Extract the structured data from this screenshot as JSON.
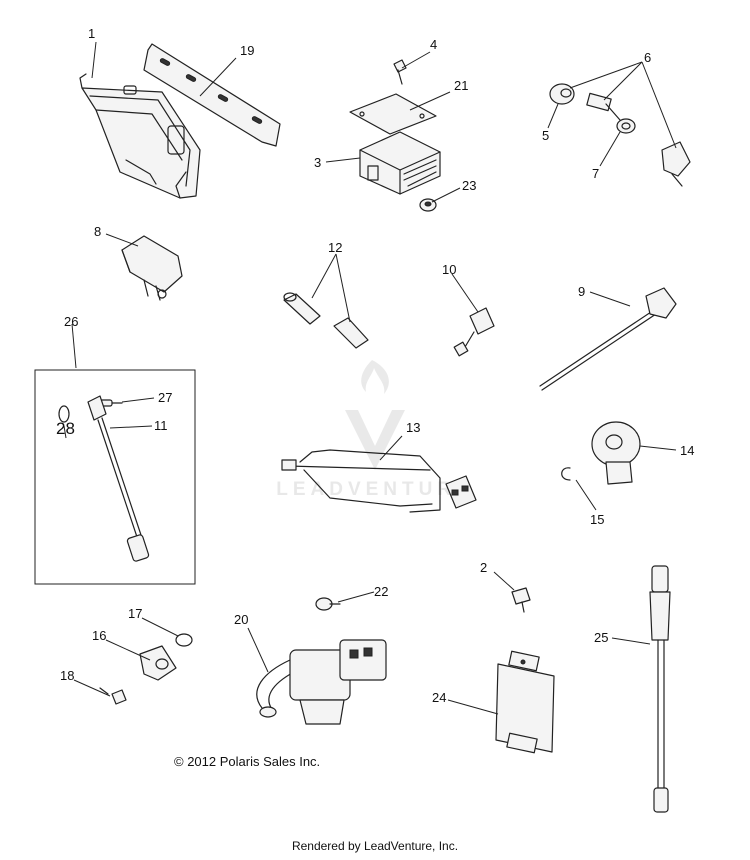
{
  "diagram": {
    "callouts": [
      {
        "id": "c1",
        "label": "1"
      },
      {
        "id": "c2",
        "label": "2"
      },
      {
        "id": "c3",
        "label": "3"
      },
      {
        "id": "c4",
        "label": "4"
      },
      {
        "id": "c5",
        "label": "5"
      },
      {
        "id": "c6",
        "label": "6"
      },
      {
        "id": "c7",
        "label": "7"
      },
      {
        "id": "c8",
        "label": "8"
      },
      {
        "id": "c9",
        "label": "9"
      },
      {
        "id": "c10",
        "label": "10"
      },
      {
        "id": "c11",
        "label": "11"
      },
      {
        "id": "c12",
        "label": "12"
      },
      {
        "id": "c13",
        "label": "13"
      },
      {
        "id": "c14",
        "label": "14"
      },
      {
        "id": "c15",
        "label": "15"
      },
      {
        "id": "c16",
        "label": "16"
      },
      {
        "id": "c17",
        "label": "17"
      },
      {
        "id": "c18",
        "label": "18"
      },
      {
        "id": "c19",
        "label": "19"
      },
      {
        "id": "c20",
        "label": "20"
      },
      {
        "id": "c21",
        "label": "21"
      },
      {
        "id": "c22",
        "label": "22"
      },
      {
        "id": "c23",
        "label": "23"
      },
      {
        "id": "c24",
        "label": "24"
      },
      {
        "id": "c25",
        "label": "25"
      },
      {
        "id": "c26",
        "label": "26"
      },
      {
        "id": "c27",
        "label": "27"
      },
      {
        "id": "c28",
        "label": "28"
      }
    ],
    "copyright": "© 2012 Polaris Sales Inc.",
    "watermark": "LEADVENTURE",
    "footer": "Rendered by LeadVenture, Inc."
  }
}
